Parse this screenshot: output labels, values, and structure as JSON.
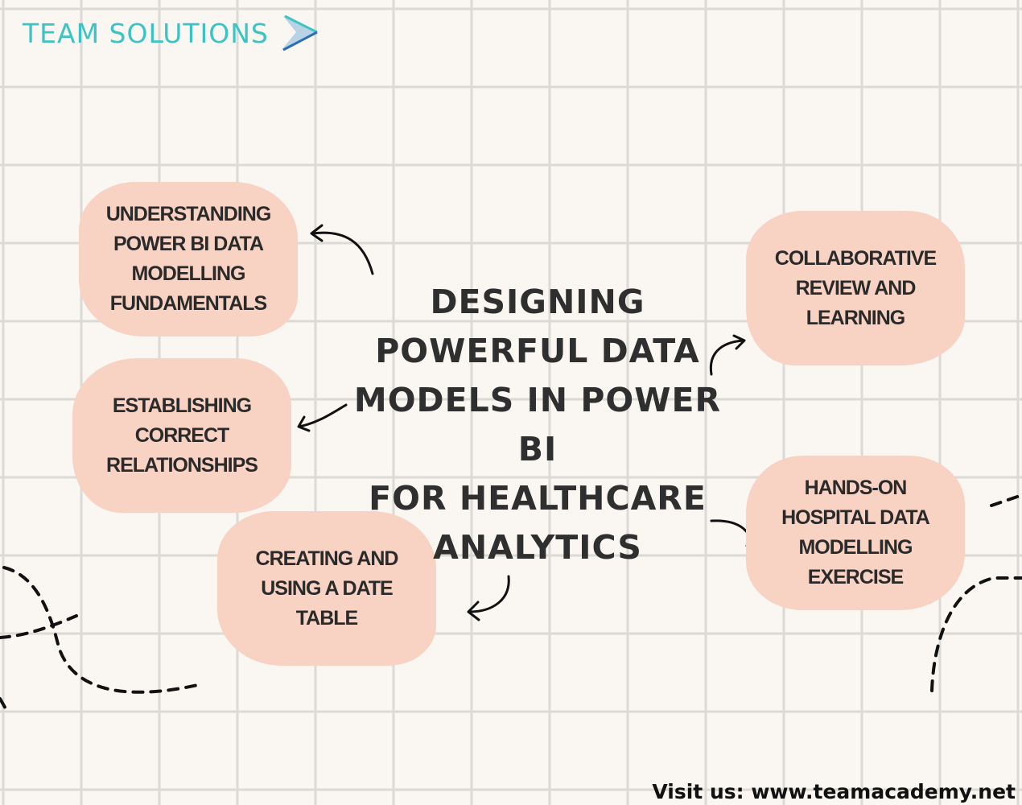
{
  "logo": {
    "text": "TEAM SOLUTIONS",
    "color": "#3cc3c3",
    "arrow_icon": "chevron-right-icon"
  },
  "title": "DESIGNING\nPOWERFUL DATA\nMODELS IN POWER BI\nFOR HEALTHCARE\nANALYTICS",
  "topics": [
    {
      "label": "UNDERSTANDING\nPOWER BI DATA\nMODELLING\nFUNDAMENTALS"
    },
    {
      "label": "ESTABLISHING\nCORRECT\nRELATIONSHIPS"
    },
    {
      "label": "CREATING AND\nUSING A DATE\nTABLE"
    },
    {
      "label": "COLLABORATIVE\nREVIEW AND\nLEARNING"
    },
    {
      "label": "HANDS-ON\nHOSPITAL DATA\nMODELLING\nEXERCISE"
    }
  ],
  "footer": "Visit us: www.teamacademy.net",
  "colors": {
    "background": "#faf7f3",
    "grid": "#dcdad6",
    "blob": "#f8d2c3",
    "text": "#2f2f2f"
  }
}
